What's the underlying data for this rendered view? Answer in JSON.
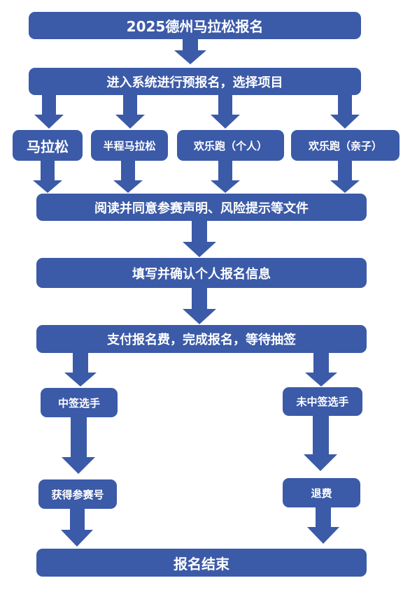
{
  "steps": {
    "title": "2025德州马拉松报名",
    "register": "进入系统进行预报名，选择项目",
    "items": [
      "马拉松",
      "半程马拉松",
      "欢乐跑（个人）",
      "欢乐跑（亲子）"
    ],
    "read": "阅读并同意参赛声明、风险提示等文件",
    "fill": "填写并确认个人报名信息",
    "pay": "支付报名费，完成报名，等待抽签",
    "selected": "中签选手",
    "not_selected": "未中签选手",
    "bib": "获得参赛号",
    "refund": "退费",
    "end": "报名结束"
  },
  "colors": {
    "box": "#3b5aa8",
    "arrow": "#3b5aa8",
    "text": "#ffffff"
  }
}
